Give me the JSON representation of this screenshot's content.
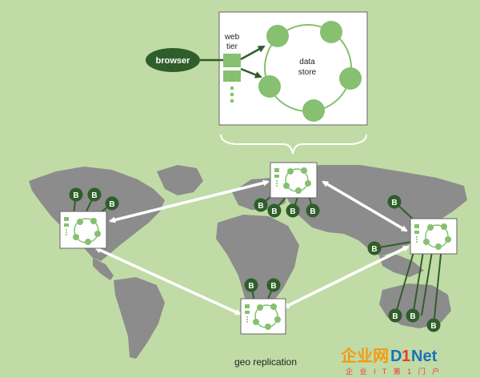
{
  "colors": {
    "background": "#c1dba6",
    "land": "#8c8c8c",
    "dark_green": "#2f5e2a",
    "node_green": "#86c070",
    "white": "#ffffff",
    "watermark_orange": "#f29a14",
    "watermark_red": "#e83c2c",
    "watermark_blue": "#1d72b8"
  },
  "browser": {
    "label": "browser"
  },
  "web_tier": {
    "label_line1": "web",
    "label_line2": "tier"
  },
  "data_store": {
    "label_line1": "data",
    "label_line2": "store"
  },
  "browser_badge_label": "B",
  "caption": "geo replication",
  "watermark": {
    "part1": "企业网",
    "part2": "D",
    "part3": "1",
    "part4": "Net",
    "subtitle": "企 业 I T 第 1 门 户"
  },
  "icons": [
    "browser-ellipse",
    "web-server-rect",
    "data-node-circle",
    "bidirectional-arrow"
  ]
}
